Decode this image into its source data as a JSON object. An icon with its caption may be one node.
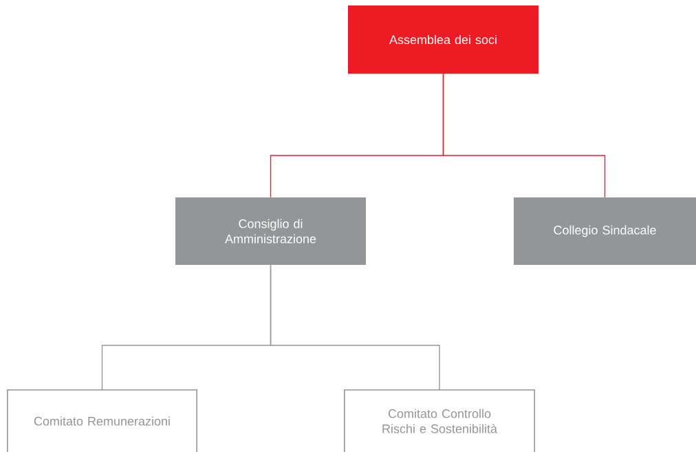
{
  "diagram": {
    "nodes": [
      {
        "text": [
          "Assemblea dei soci"
        ]
      },
      {
        "text": [
          "Consiglio di Amministrazione"
        ]
      },
      {
        "text": [
          "Collegio Sindacale"
        ]
      },
      {
        "text": [
          "Comitato Remunerazioni"
        ]
      },
      {
        "text": [
          "Comitato Controllo Rischi e Sostenibilità"
        ]
      }
    ],
    "edges": [
      {
        "from": 0,
        "to": 1,
        "arrow": "none",
        "color": "#ed1c24"
      },
      {
        "from": 0,
        "to": 2,
        "arrow": "none",
        "color": "#ed1c24"
      },
      {
        "from": 1,
        "to": 3,
        "arrow": "none",
        "color": "#939598"
      },
      {
        "from": 1,
        "to": 4,
        "arrow": "none",
        "color": "#939598"
      }
    ]
  }
}
